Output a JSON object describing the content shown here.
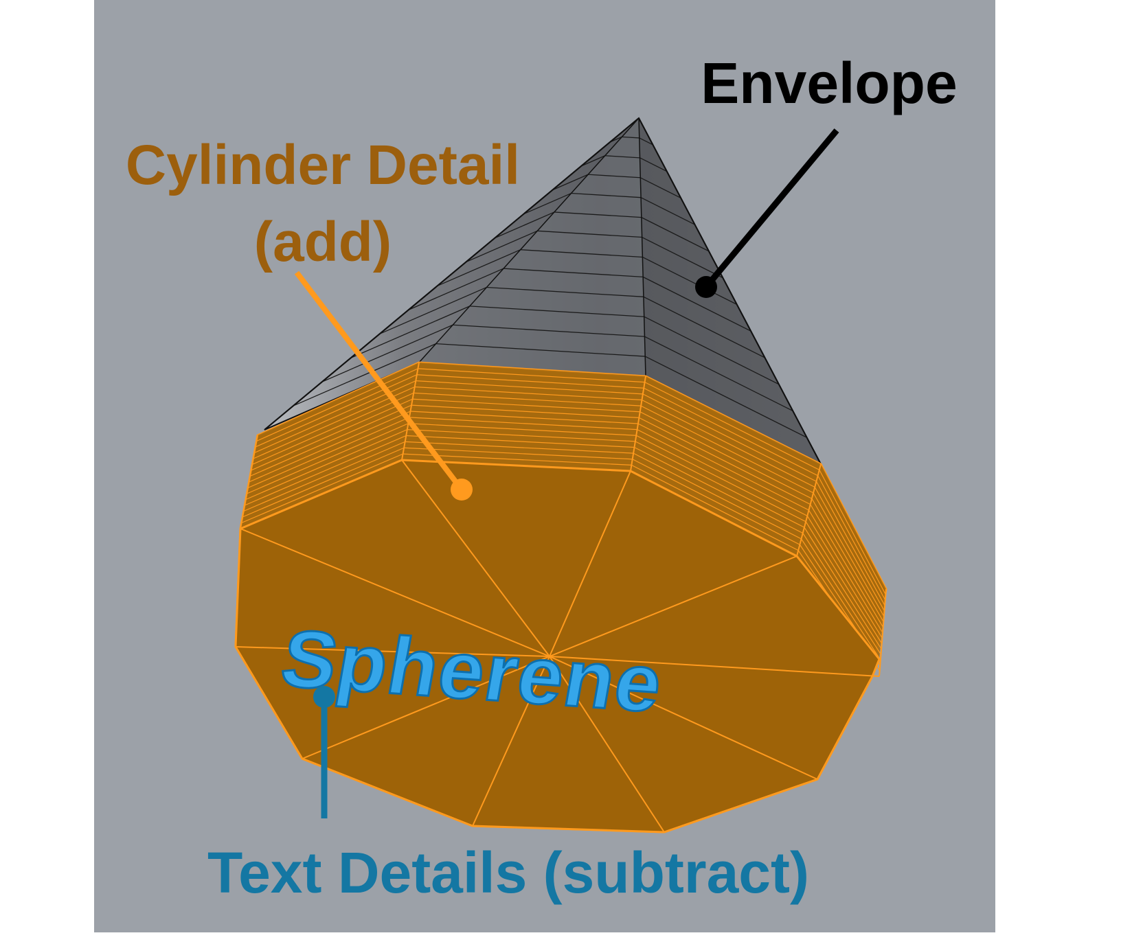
{
  "labels": {
    "envelope": "Envelope",
    "cylinder_line1": "Cylinder Detail",
    "cylinder_line2": "(add)",
    "text_details": "Text Details (subtract)",
    "engraved_text": "Spherene"
  },
  "colors": {
    "background": "#9ca1a8",
    "envelope_label": "#000000",
    "cylinder_label": "#9c5f0d",
    "cylinder_fill": "#a0650a",
    "cylinder_edge": "#ff9a1e",
    "text_label": "#1477a3",
    "engraved_text": "#35a6ea",
    "cone_fill": "#5e6066",
    "leader_envelope": "#000000",
    "leader_cylinder": "#ff9a1e",
    "leader_text": "#1477a3"
  }
}
